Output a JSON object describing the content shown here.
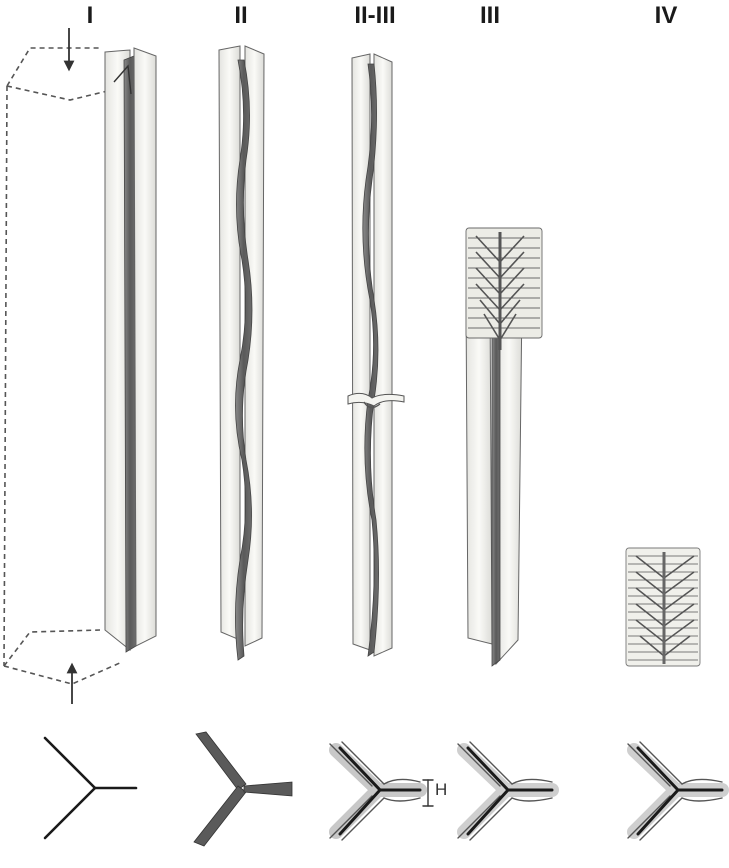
{
  "stages": [
    {
      "label": "I"
    },
    {
      "label": "II"
    },
    {
      "label": "II-III"
    },
    {
      "label": "III"
    },
    {
      "label": "IV"
    }
  ],
  "dimension_label": "H",
  "colors": {
    "panel_light": "#f2f2ee",
    "panel_shadow": "#7a7a7a",
    "panel_dark": "#555555",
    "outline": "#444444",
    "dashed": "#555555"
  }
}
